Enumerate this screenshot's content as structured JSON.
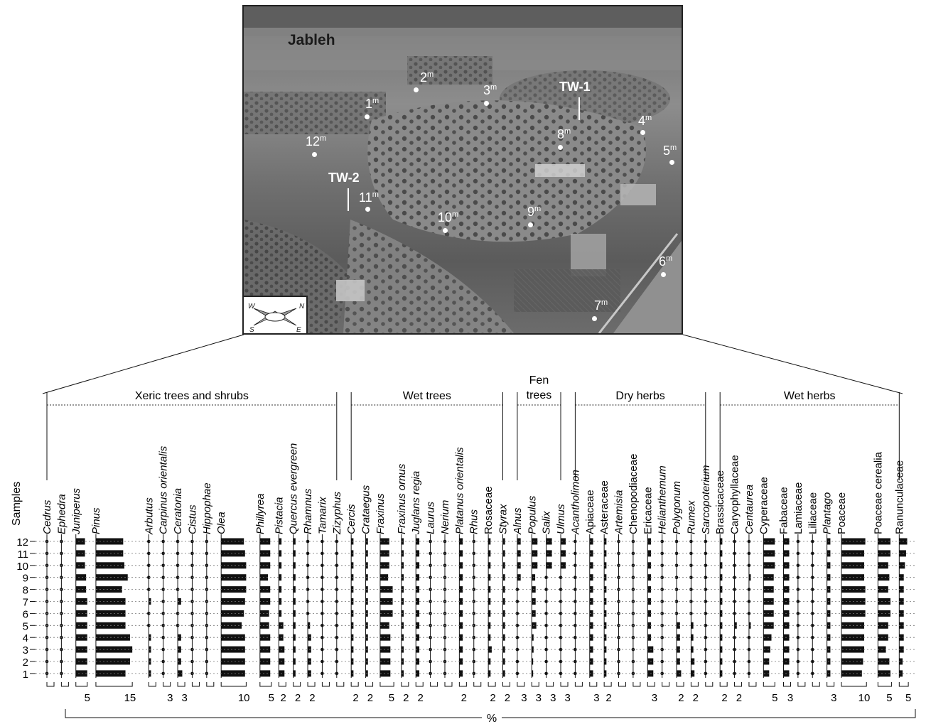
{
  "photo": {
    "place_label": "Jableh",
    "trench_labels": [
      "TW-1",
      "TW-2"
    ],
    "sample_points": [
      "1",
      "2",
      "3",
      "4",
      "5",
      "6",
      "7",
      "8",
      "9",
      "10",
      "11",
      "12"
    ],
    "sample_superscript": "m",
    "compass": [
      "W",
      "N",
      "S",
      "E"
    ]
  },
  "chart_data": {
    "type": "bar",
    "ylabel": "Samples",
    "samples": [
      12,
      11,
      10,
      9,
      8,
      7,
      6,
      5,
      4,
      3,
      2,
      1
    ],
    "xlabel": "%",
    "groups": [
      {
        "name": "Xeric trees and shrubs",
        "taxa": [
          "Cedrus",
          "Ephedra",
          "Juniperus",
          "Pinus",
          "Arbutus",
          "Carpinus orientalis",
          "Ceratonia",
          "Cistus",
          "Hippophae",
          "Olea",
          "Phillyrea",
          "Pistacia",
          "Quercus evergreen",
          "Rhamnus",
          "Tamarix",
          "Zizyphus"
        ]
      },
      {
        "name": "Wet trees",
        "taxa": [
          "Cercis",
          "Crataegus",
          "Fraxinus",
          "Fraxinus ornus",
          "Juglans regia",
          "Laurus",
          "Nerium",
          "Platanus orientalis",
          "Rhus",
          "Rosaceae",
          "Styrax"
        ]
      },
      {
        "name": "Fen trees",
        "taxa": [
          "Alnus",
          "Populus",
          "Salix",
          "Ulmus"
        ]
      },
      {
        "name": "Dry herbs",
        "taxa": [
          "Acantholimon",
          "Apiaceae",
          "Asteraceae",
          "Artemisia",
          "Chenopodiaceae",
          "Ericaceae",
          "Helianthemum",
          "Polygonum",
          "Rumex",
          "Sarcopoterium"
        ]
      },
      {
        "name": "Wet herbs",
        "taxa": [
          "Brassicaceae",
          "Caryophyllaceae",
          "Centaurea",
          "Cyperaceae",
          "Fabaceae",
          "Lamiaceae",
          "Liliaceae",
          "Plantago",
          "Poaceae",
          "Poaceae cerealia",
          "Ranunculaceae"
        ]
      }
    ],
    "taxa": [
      {
        "name": "Cedrus",
        "italic": true,
        "scale_ticks": [],
        "values": [
          0.4,
          0.4,
          0.4,
          0.4,
          0.4,
          0.4,
          0.4,
          0.4,
          0.4,
          0.4,
          0.4,
          0.4
        ]
      },
      {
        "name": "Ephedra",
        "italic": true,
        "scale_ticks": [],
        "values": [
          0.4,
          0.4,
          0.4,
          0.4,
          0.4,
          0.4,
          0.4,
          0.4,
          0.4,
          0.4,
          0.4,
          0.4
        ]
      },
      {
        "name": "Juniperus",
        "italic": true,
        "scale_ticks": [
          "5"
        ],
        "values": [
          4,
          4,
          4,
          4.5,
          4.5,
          5,
          5,
          5,
          5,
          5,
          5,
          5
        ]
      },
      {
        "name": "Pinus",
        "italic": true,
        "scale_ticks": [
          "15"
        ],
        "values": [
          12,
          12,
          12.5,
          14,
          11.5,
          13,
          13,
          13,
          15,
          16,
          15,
          13
        ]
      },
      {
        "name": "Arbutus",
        "italic": true,
        "scale_ticks": [],
        "values": [
          0.4,
          0.4,
          0.4,
          0.4,
          0.4,
          1,
          0.4,
          0.4,
          1,
          1,
          1,
          1
        ]
      },
      {
        "name": "Carpinus orientalis",
        "italic": true,
        "scale_ticks": [
          "3"
        ],
        "values": [
          0.4,
          0.4,
          0.4,
          0.4,
          0.4,
          0.4,
          0.4,
          0.4,
          0.4,
          0.4,
          0.4,
          0.4
        ]
      },
      {
        "name": "Ceratonia",
        "italic": true,
        "scale_ticks": [
          "3"
        ],
        "values": [
          0.4,
          0.4,
          0.4,
          0.4,
          0.4,
          1.5,
          0.4,
          0.4,
          1.5,
          1.5,
          1.5,
          2
        ]
      },
      {
        "name": "Cistus",
        "italic": true,
        "scale_ticks": [],
        "values": [
          0.4,
          0.4,
          0.4,
          0.4,
          0.4,
          0.4,
          0.4,
          0.4,
          0.4,
          0.4,
          0.4,
          0.4
        ]
      },
      {
        "name": "Hippophae",
        "italic": true,
        "scale_ticks": [],
        "values": [
          0.4,
          0.4,
          0.4,
          0.4,
          0.4,
          0.4,
          0.4,
          0.4,
          0.4,
          0.4,
          0.4,
          0.4
        ]
      },
      {
        "name": "Olea",
        "italic": true,
        "scale_ticks": [
          "10"
        ],
        "values": [
          10,
          10.5,
          11,
          11,
          11,
          10.5,
          10,
          9,
          10.5,
          10.5,
          10.5,
          10.5
        ]
      },
      {
        "name": "Phillyrea",
        "italic": true,
        "scale_ticks": [
          "5"
        ],
        "values": [
          4.5,
          4.5,
          4.5,
          3.5,
          4.5,
          4.5,
          4,
          4,
          4.5,
          4.5,
          4.5,
          4.5
        ]
      },
      {
        "name": "Pistacia",
        "italic": true,
        "scale_ticks": [
          "2"
        ],
        "values": [
          1.2,
          1.2,
          1.2,
          1.2,
          1.2,
          1.2,
          1.2,
          2,
          2,
          2.5,
          2.5,
          2.5
        ]
      },
      {
        "name": "Quercus evergreen",
        "italic": true,
        "scale_ticks": [
          "2"
        ],
        "values": [
          1,
          1,
          1,
          1,
          1,
          1,
          1,
          1,
          1,
          1,
          1,
          1
        ]
      },
      {
        "name": "Rhamnus",
        "italic": true,
        "scale_ticks": [
          "2"
        ],
        "values": [
          0.4,
          0.4,
          0.4,
          0.4,
          0.4,
          0.4,
          0.4,
          1,
          1.5,
          1.5,
          1.5,
          1.5
        ]
      },
      {
        "name": "Tamarix",
        "italic": true,
        "scale_ticks": [],
        "values": [
          0.4,
          0.4,
          0.4,
          0.4,
          0.4,
          0.4,
          0.4,
          0.4,
          0.4,
          0.4,
          0.4,
          0.4
        ]
      },
      {
        "name": "Zizyphus",
        "italic": true,
        "scale_ticks": [],
        "values": [
          0.4,
          0.4,
          0.4,
          0.4,
          0.4,
          0.4,
          0.4,
          0.4,
          0.4,
          0.4,
          0.4,
          0.4
        ]
      },
      {
        "name": "Cercis",
        "italic": true,
        "scale_ticks": [
          "2"
        ],
        "values": [
          1,
          1,
          1,
          1,
          1,
          1,
          1,
          1,
          1,
          1,
          1,
          1
        ]
      },
      {
        "name": "Crataegus",
        "italic": true,
        "scale_ticks": [
          "2"
        ],
        "values": [
          1,
          1,
          1,
          1,
          1,
          1,
          1,
          1,
          1,
          1,
          1,
          1
        ]
      },
      {
        "name": "Fraxinus",
        "italic": true,
        "scale_ticks": [
          "5"
        ],
        "values": [
          4,
          4,
          4,
          3.5,
          5.5,
          5.5,
          5.5,
          4,
          4.5,
          4.5,
          4.5,
          4.5
        ]
      },
      {
        "name": "Fraxinus ornus",
        "italic": true,
        "scale_ticks": [
          "2"
        ],
        "values": [
          1,
          1,
          1,
          1,
          1,
          1,
          1,
          1,
          1,
          1,
          1,
          1
        ]
      },
      {
        "name": "Juglans regia",
        "italic": true,
        "scale_ticks": [
          "2"
        ],
        "values": [
          1.5,
          1.5,
          1.5,
          1.5,
          1.5,
          1.5,
          1.5,
          1.5,
          1.5,
          1.5,
          1.5,
          1.5
        ]
      },
      {
        "name": "Laurus",
        "italic": true,
        "scale_ticks": [],
        "values": [
          0.4,
          0.4,
          0.4,
          0.4,
          0.4,
          0.4,
          0.4,
          0.4,
          0.4,
          0.4,
          0.4,
          0.4
        ]
      },
      {
        "name": "Nerium",
        "italic": true,
        "scale_ticks": [],
        "values": [
          0.4,
          0.4,
          0.4,
          0.4,
          0.4,
          0.4,
          0.4,
          0.4,
          0.4,
          0.4,
          0.4,
          0.4
        ]
      },
      {
        "name": "Platanus orientalis",
        "italic": true,
        "scale_ticks": [
          "2"
        ],
        "values": [
          1.5,
          1.5,
          1.5,
          1.5,
          1.5,
          1.5,
          1.5,
          1.5,
          1.5,
          1.5,
          1.5,
          1.5
        ]
      },
      {
        "name": "Rhus",
        "italic": true,
        "scale_ticks": [],
        "values": [
          0.4,
          0.4,
          0.4,
          0.4,
          0.4,
          0.4,
          0.4,
          0.4,
          0.4,
          0.4,
          0.4,
          0.4
        ]
      },
      {
        "name": "Rosaceae",
        "italic": false,
        "scale_ticks": [
          "2"
        ],
        "values": [
          1,
          1,
          1,
          1,
          1,
          1,
          1,
          1,
          1,
          1.5,
          1,
          1
        ]
      },
      {
        "name": "Styrax",
        "italic": true,
        "scale_ticks": [
          "2"
        ],
        "values": [
          1,
          1,
          1,
          1,
          1,
          1,
          1,
          1,
          1,
          1,
          1,
          1
        ]
      },
      {
        "name": "Alnus",
        "italic": true,
        "scale_ticks": [
          "3"
        ],
        "values": [
          1.5,
          1.5,
          1.5,
          1.5,
          0.4,
          0.4,
          0.4,
          0.4,
          0.4,
          0.4,
          0.4,
          0.4
        ]
      },
      {
        "name": "Populus",
        "italic": true,
        "scale_ticks": [
          "3"
        ],
        "values": [
          2.5,
          2.5,
          2.5,
          1.5,
          1.7,
          1.7,
          1.7,
          2,
          0.8,
          0.8,
          0.6,
          0.6
        ]
      },
      {
        "name": "Salix",
        "italic": true,
        "scale_ticks": [
          "3"
        ],
        "values": [
          2.5,
          2.5,
          2.5,
          0.4,
          0.4,
          0.4,
          0.4,
          0.4,
          0.4,
          0.4,
          0.4,
          0.4
        ]
      },
      {
        "name": "Ulmus",
        "italic": true,
        "scale_ticks": [
          "3"
        ],
        "values": [
          2.2,
          2.2,
          2.2,
          0.4,
          0.4,
          0.4,
          0.4,
          0.4,
          0.4,
          0.4,
          0.4,
          0.4
        ]
      },
      {
        "name": "Acantholimon",
        "italic": true,
        "scale_ticks": [],
        "values": [
          0.4,
          0.4,
          0.4,
          0.4,
          0.4,
          0.4,
          0.4,
          0.4,
          0.4,
          0.4,
          0.4,
          0.4
        ]
      },
      {
        "name": "Apiaceae",
        "italic": false,
        "scale_ticks": [
          "3"
        ],
        "values": [
          1.5,
          1.5,
          1.5,
          1.5,
          1.5,
          1.5,
          1.5,
          1.5,
          1.5,
          1.5,
          1.5,
          1.5
        ]
      },
      {
        "name": "Asteraceae",
        "italic": false,
        "scale_ticks": [
          "2"
        ],
        "values": [
          1,
          1,
          1,
          1,
          1,
          1,
          1,
          1,
          1,
          1,
          1,
          1
        ]
      },
      {
        "name": "Artemisia",
        "italic": true,
        "scale_ticks": [],
        "values": [
          0.4,
          0.4,
          0.4,
          0.4,
          0.4,
          0.4,
          0.4,
          0.4,
          0.4,
          0.4,
          0.4,
          0.4
        ]
      },
      {
        "name": "Chenopodiaceae",
        "italic": false,
        "scale_ticks": [],
        "values": [
          0.4,
          0.4,
          0.4,
          0.4,
          0.4,
          0.4,
          0.4,
          0.4,
          0.4,
          0.4,
          0.4,
          0.4
        ]
      },
      {
        "name": "Ericaceae",
        "italic": false,
        "scale_ticks": [
          "3"
        ],
        "values": [
          1.5,
          1.5,
          1.5,
          1.5,
          1.5,
          1.5,
          1.5,
          1.5,
          1.5,
          2.5,
          2.5,
          2.5
        ]
      },
      {
        "name": "Helianthemum",
        "italic": true,
        "scale_ticks": [],
        "values": [
          0.4,
          0.4,
          0.4,
          0.4,
          0.4,
          0.4,
          0.4,
          0.4,
          0.4,
          0.4,
          0.4,
          0.4
        ]
      },
      {
        "name": "Polygonum",
        "italic": true,
        "scale_ticks": [
          "2"
        ],
        "values": [
          0.4,
          0.4,
          0.4,
          0.4,
          0.4,
          0.4,
          0.4,
          1.5,
          1.5,
          1.5,
          1.5,
          2
        ]
      },
      {
        "name": "Rumex",
        "italic": true,
        "scale_ticks": [
          "2"
        ],
        "values": [
          0.4,
          0.4,
          0.4,
          0.4,
          0.4,
          0.4,
          0.4,
          1,
          1,
          1,
          1.5,
          1.5
        ]
      },
      {
        "name": "Sarcopoterium",
        "italic": true,
        "scale_ticks": [],
        "values": [
          0.4,
          0.4,
          0.4,
          0.4,
          0.4,
          0.4,
          0.4,
          0.4,
          0.4,
          0.4,
          0.4,
          0.4
        ]
      },
      {
        "name": "Brassicaceae",
        "italic": false,
        "scale_ticks": [
          "2"
        ],
        "values": [
          1,
          1,
          1,
          1,
          1,
          1,
          1,
          1,
          1,
          1,
          1,
          1
        ]
      },
      {
        "name": "Caryophyllaceae",
        "italic": false,
        "scale_ticks": [
          "2"
        ],
        "values": [
          0.4,
          0.4,
          0.4,
          0.4,
          0.4,
          0.4,
          0.4,
          1,
          0.4,
          0.4,
          0.4,
          0.4
        ]
      },
      {
        "name": "Centaurea",
        "italic": true,
        "scale_ticks": [],
        "values": [
          0.4,
          0.4,
          0.4,
          0.8,
          0.4,
          0.4,
          0.4,
          0.8,
          0.4,
          0.4,
          0.4,
          0.4
        ]
      },
      {
        "name": "Cyperaceae",
        "italic": false,
        "scale_ticks": [
          "5"
        ],
        "values": [
          5,
          5,
          5,
          4.5,
          4.5,
          4.5,
          4.5,
          4.5,
          3.5,
          3,
          2.5,
          2.5
        ]
      },
      {
        "name": "Fabaceae",
        "italic": false,
        "scale_ticks": [
          "3"
        ],
        "values": [
          2.5,
          2.5,
          2.5,
          2.5,
          2.5,
          2.5,
          2.5,
          2.5,
          2.5,
          2.5,
          2.5,
          2.5
        ]
      },
      {
        "name": "Lamiaceae",
        "italic": false,
        "scale_ticks": [],
        "values": [
          0.4,
          0.4,
          0.4,
          0.4,
          0.4,
          0.4,
          0.4,
          0.4,
          0.4,
          0.4,
          0.4,
          0.4
        ]
      },
      {
        "name": "Liliaceae",
        "italic": false,
        "scale_ticks": [],
        "values": [
          0.4,
          0.4,
          0.4,
          0.4,
          0.4,
          0.4,
          0.4,
          0.4,
          0.4,
          0.4,
          0.4,
          0.4
        ]
      },
      {
        "name": "Plantago",
        "italic": true,
        "scale_ticks": [
          "3"
        ],
        "values": [
          1.5,
          1.5,
          1.5,
          1.5,
          1.5,
          1.5,
          1.5,
          1.5,
          1.5,
          1.5,
          1.5,
          1.5
        ]
      },
      {
        "name": "Poaceae",
        "italic": false,
        "scale_ticks": [
          "10"
        ],
        "values": [
          10.5,
          10,
          10,
          10,
          10.5,
          10.5,
          10.5,
          10,
          10,
          10,
          9.5,
          9
        ]
      },
      {
        "name": "Poaceae cerealia",
        "italic": false,
        "scale_ticks": [
          "5"
        ],
        "values": [
          5.5,
          5.5,
          4.5,
          5,
          4.5,
          5.5,
          5.5,
          4.5,
          4.5,
          3.5,
          5,
          5.5
        ]
      },
      {
        "name": "Ranunculaceae",
        "italic": false,
        "scale_ticks": [
          "5"
        ],
        "values": [
          3.5,
          3,
          2.5,
          2,
          2,
          2,
          2,
          2,
          2,
          2,
          1.5,
          1.5
        ]
      }
    ]
  }
}
